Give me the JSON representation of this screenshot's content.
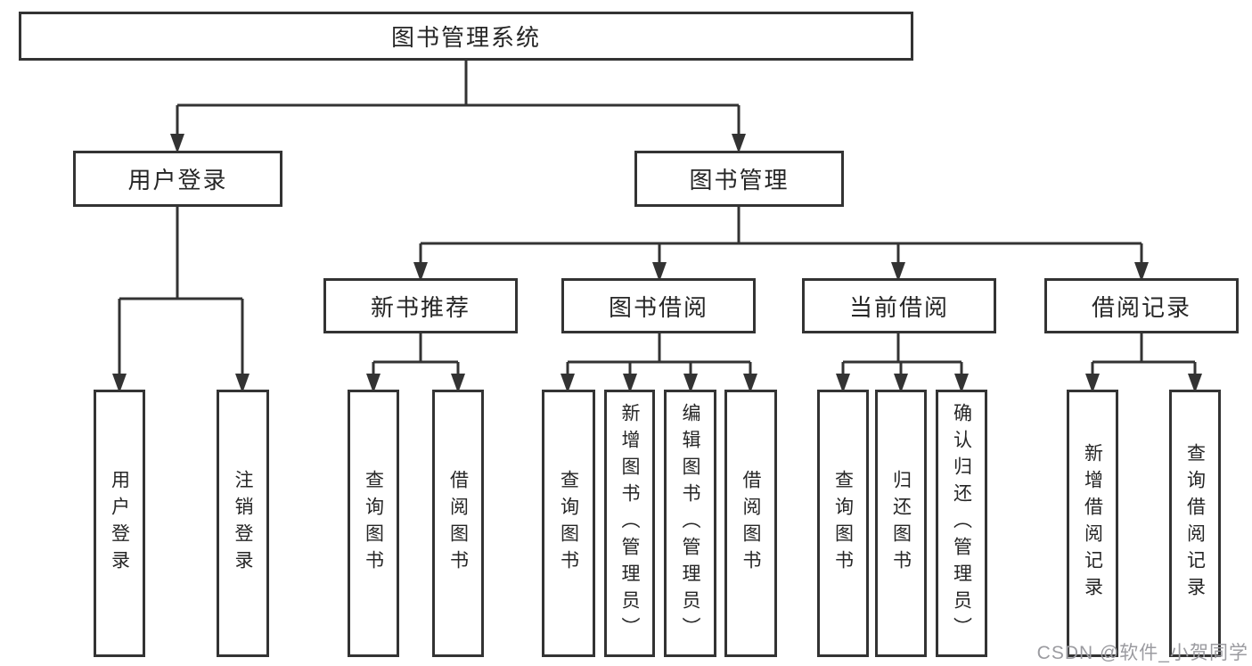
{
  "tree": {
    "root": {
      "label": "图书管理系统"
    },
    "level2": [
      {
        "label": "用户登录"
      },
      {
        "label": "图书管理"
      }
    ],
    "level3": [
      {
        "label": "新书推荐",
        "parent": "图书管理"
      },
      {
        "label": "图书借阅",
        "parent": "图书管理"
      },
      {
        "label": "当前借阅",
        "parent": "图书管理"
      },
      {
        "label": "借阅记录",
        "parent": "图书管理"
      }
    ],
    "leaves": [
      {
        "label": "用户登录",
        "parent": "用户登录"
      },
      {
        "label": "注销登录",
        "parent": "用户登录"
      },
      {
        "label": "查询图书",
        "parent": "新书推荐"
      },
      {
        "label": "借阅图书",
        "parent": "新书推荐"
      },
      {
        "label": "查询图书",
        "parent": "图书借阅"
      },
      {
        "label": "新增图书（管理员）",
        "parent": "图书借阅"
      },
      {
        "label": "编辑图书（管理员）",
        "parent": "图书借阅"
      },
      {
        "label": "借阅图书",
        "parent": "图书借阅"
      },
      {
        "label": "查询图书",
        "parent": "当前借阅"
      },
      {
        "label": "归还图书",
        "parent": "当前借阅"
      },
      {
        "label": "确认归还（管理员）",
        "parent": "当前借阅"
      },
      {
        "label": "新增借阅记录",
        "parent": "借阅记录"
      },
      {
        "label": "查询借阅记录",
        "parent": "借阅记录"
      }
    ]
  },
  "watermark": "CSDN @软件_小贺同学",
  "colors": {
    "line": "#333333",
    "text": "#262626",
    "watermark": "#9b9ba0",
    "background": "#ffffff"
  }
}
